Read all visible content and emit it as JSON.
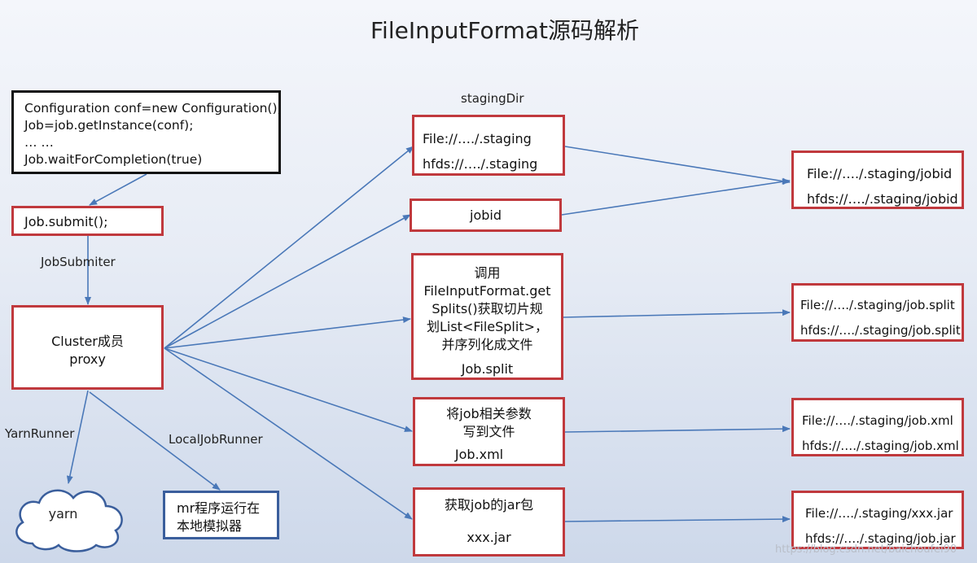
{
  "title": "FileInputFormat源码解析",
  "client_code": {
    "lines": [
      "Configuration conf=new Configuration();",
      "Job=job.getInstance(conf);",
      "… …",
      "Job.waitForCompletion(true)"
    ]
  },
  "submit_box": "Job.submit();",
  "job_submitter_label": "JobSubmiter",
  "cluster_box": {
    "line1": "Cluster成员",
    "line2": "proxy"
  },
  "yarn_runner_label": "YarnRunner",
  "local_runner_label": "LocalJobRunner",
  "yarn_cloud": "yarn",
  "local_box": {
    "line1": "mr程序运行在",
    "line2": "本地模拟器"
  },
  "staging_dir_label": "stagingDir",
  "staging_box": {
    "line1": "File://…./.staging",
    "line2": "hfds://…./.staging"
  },
  "jobid_box": "jobid",
  "split_box": {
    "lines": [
      "调用",
      "FileInputFormat.get",
      "Splits()获取切片规",
      "划List<FileSplit>，",
      "并序列化成文件"
    ],
    "file": "Job.split"
  },
  "xml_box": {
    "line1": "将job相关参数",
    "line2": "写到文件",
    "file": "Job.xml"
  },
  "jar_box": {
    "line1": "获取job的jar包",
    "file": "xxx.jar"
  },
  "out_jobid": {
    "line1": "File://…./.staging/jobid",
    "line2": "hfds://…./.staging/jobid"
  },
  "out_split": {
    "line1": "File://…./.staging/job.split",
    "line2": "hfds://…./.staging/job.split"
  },
  "out_xml": {
    "line1": "File://…./.staging/job.xml",
    "line2": "hfds://…./.staging/job.xml"
  },
  "out_jar": {
    "line1": "File://…./.staging/xxx.jar",
    "line2": "hfds://…./.staging/job.jar"
  },
  "watermark": "https://blog.csdn.net/baichoufei90",
  "colors": {
    "box_border": "#c0393d",
    "arrow": "#4a78b8",
    "client_border": "#111111",
    "local_border": "#3a5e9c"
  }
}
